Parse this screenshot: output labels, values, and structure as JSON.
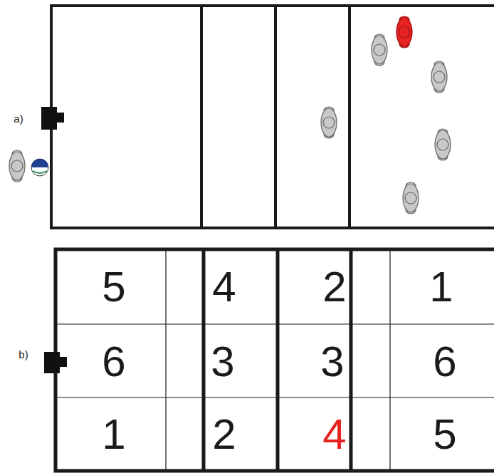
{
  "diagram": {
    "labels": [
      "a)",
      "b)",
      "5",
      "4",
      "2",
      "1",
      "6",
      "3",
      "3",
      "6",
      "1",
      "2",
      "4",
      "5"
    ]
  }
}
